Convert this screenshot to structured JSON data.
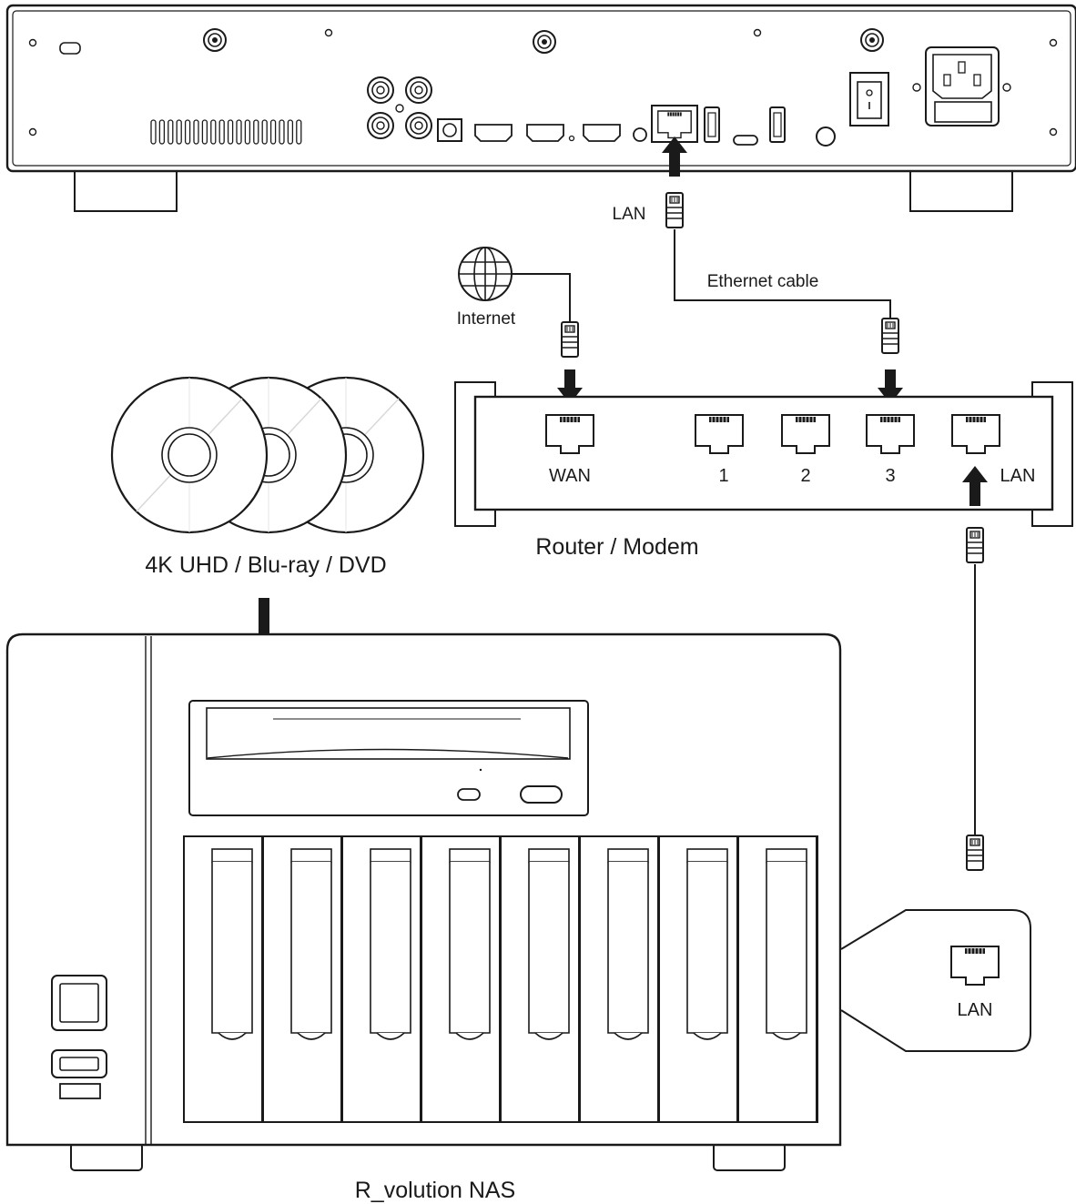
{
  "labels": {
    "lan_player": "LAN",
    "ethernet_cable": "Ethernet cable",
    "internet": "Internet",
    "wan": "WAN",
    "port_1": "1",
    "port_2": "2",
    "port_3": "3",
    "lan_router": "LAN",
    "router_title": "Router / Modem",
    "discs_title": "4K UHD / Blu-ray / DVD",
    "lan_nas": "LAN",
    "nas_title": "R_volution NAS"
  },
  "icons": {
    "globe": "globe-icon",
    "disc": "optical-disc-icon",
    "rj45_plug": "rj45-plug-icon",
    "rj45_port": "rj45-port-icon",
    "arrow": "arrow-icon"
  },
  "colors": {
    "line": "#1a1a1a",
    "background": "#ffffff",
    "disc_shade": "#d8d8d8"
  }
}
